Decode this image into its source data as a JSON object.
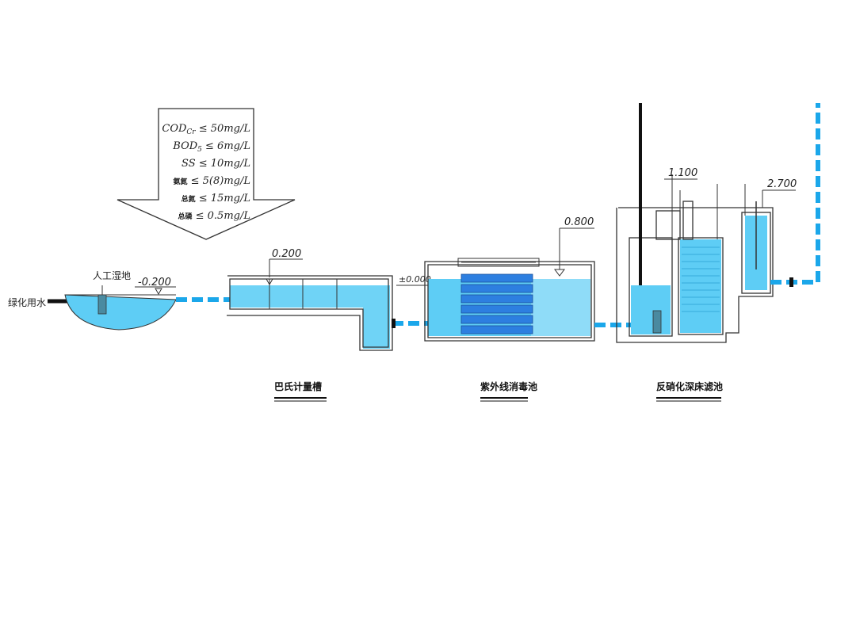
{
  "standards": [
    {
      "text": "COD",
      "sub": "Cr",
      "limit": "≤ 50mg/L"
    },
    {
      "text": "BOD",
      "sub": "5",
      "limit": "≤ 6mg/L"
    },
    {
      "text": "SS",
      "sub": "",
      "limit": "≤ 10mg/L"
    },
    {
      "text": "氨氮",
      "sub": "",
      "limit": "≤ 5(8)mg/L"
    },
    {
      "text": "总氮",
      "sub": "",
      "limit": "≤ 15mg/L"
    },
    {
      "text": "总磷",
      "sub": "",
      "limit": "≤ 0.5mg/L"
    }
  ],
  "labels": {
    "outlet": "绿化用水",
    "wetland": "人工湿地",
    "wetland_level": "-0.200",
    "parshall_level": "0.200",
    "ground_level": "±0.000",
    "uv_level": "0.800",
    "filter_level_1": "1.100",
    "filter_level_2": "2.700"
  },
  "units": {
    "parshall": "巴氏计量槽",
    "uv": "紫外线消毒池",
    "filter": "反硝化深床滤池"
  },
  "colors": {
    "water": "#3fc3f3",
    "water_light": "#8fdcf8",
    "pipe": "#1ba7ea",
    "uv_lamp": "#2d7fe0"
  }
}
